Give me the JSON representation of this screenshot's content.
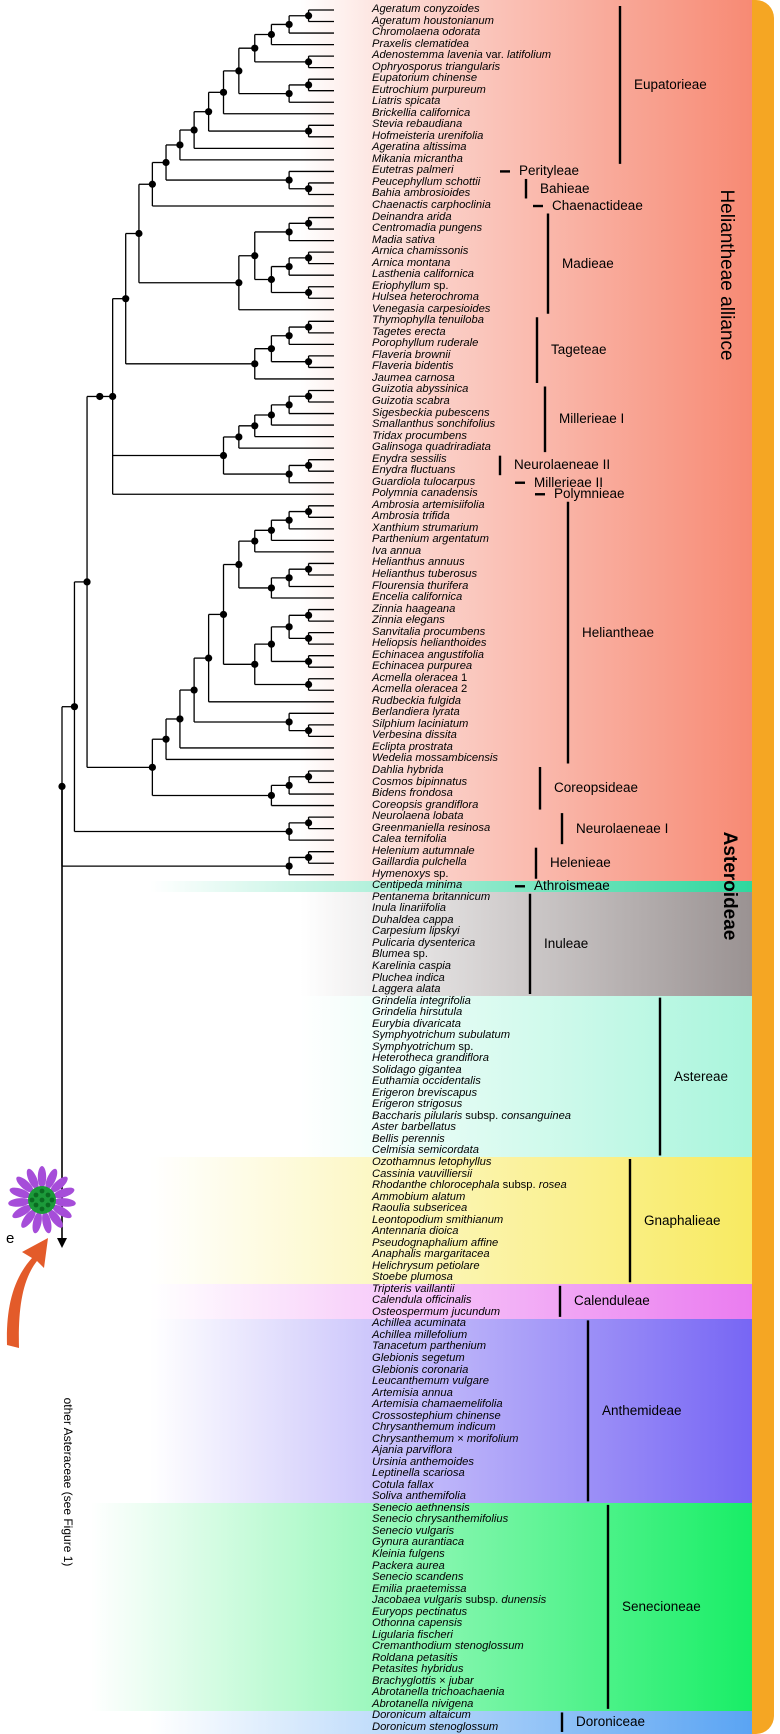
{
  "subfamily_label": "Asteroideae",
  "alliance_label": "Heliantheae alliance",
  "outgroup_label": "other Asteraceae (see Figure 1)",
  "panel_letter": "e",
  "colors": {
    "stripe": "#f5a623",
    "node_black": "#000000",
    "node_green": "#33cc33",
    "node_magenta": "#d933d9",
    "arrow": "#e35b2a",
    "flower_petal": "#a64dd9",
    "flower_center": "#1c9a3a"
  },
  "species": [
    "Ageratum conyzoides",
    "Ageratum houstonianum",
    "Chromolaena odorata",
    "Praxelis clematidea",
    "Adenostemma lavenia var. latifolium",
    "Ophryosporus triangularis",
    "Eupatorium chinense",
    "Eutrochium purpureum",
    "Liatris spicata",
    "Brickellia californica",
    "Stevia rebaudiana",
    "Hofmeisteria urenifolia",
    "Ageratina altissima",
    "Mikania micrantha",
    "Eutetras palmeri",
    "Peucephyllum schottii",
    "Bahia ambrosioides",
    "Chaenactis carphoclinia",
    "Deinandra arida",
    "Centromadia pungens",
    "Madia sativa",
    "Arnica chamissonis",
    "Arnica montana",
    "Lasthenia californica",
    "Eriophyllum sp.",
    "Hulsea heterochroma",
    "Venegasia carpesioides",
    "Thymophylla tenuiloba",
    "Tagetes erecta",
    "Porophyllum ruderale",
    "Flaveria brownii",
    "Flaveria bidentis",
    "Jaumea carnosa",
    "Guizotia abyssinica",
    "Guizotia scabra",
    "Sigesbeckia pubescens",
    "Smallanthus sonchifolius",
    "Tridax procumbens",
    "Galinsoga quadriradiata",
    "Enydra sessilis",
    "Enydra fluctuans",
    "Guardiola tulocarpus",
    "Polymnia canadensis",
    "Ambrosia artemisiifolia",
    "Ambrosia trifida",
    "Xanthium strumarium",
    "Parthenium argentatum",
    "Iva annua",
    "Helianthus annuus",
    "Helianthus tuberosus",
    "Flourensia thurifera",
    "Encelia californica",
    "Zinnia haageana",
    "Zinnia elegans",
    "Sanvitalia procumbens",
    "Heliopsis helianthoides",
    "Echinacea angustifolia",
    "Echinacea purpurea",
    "Acmella oleracea 1",
    "Acmella oleracea 2",
    "Rudbeckia fulgida",
    "Berlandiera lyrata",
    "Silphium laciniatum",
    "Verbesina dissita",
    "Eclipta prostrata",
    "Wedelia mossambicensis",
    "Dahlia hybrida",
    "Cosmos bipinnatus",
    "Bidens frondosa",
    "Coreopsis grandiflora",
    "Neurolaena lobata",
    "Greenmaniella resinosa",
    "Calea ternifolia",
    "Helenium autumnale",
    "Gaillardia pulchella",
    "Hymenoxys sp.",
    "Centipeda minima",
    "Pentanema britannicum",
    "Inula linariifolia",
    "Duhaldea cappa",
    "Carpesium lipskyi",
    "Pulicaria dysenterica",
    "Blumea sp.",
    "Karelinia caspia",
    "Pluchea indica",
    "Laggera alata",
    "Grindelia integrifolia",
    "Grindelia hirsutula",
    "Eurybia divaricata",
    "Symphyotrichum subulatum",
    "Symphyotrichum sp.",
    "Heterotheca grandiflora",
    "Solidago gigantea",
    "Euthamia occidentalis",
    "Erigeron breviscapus",
    "Erigeron strigosus",
    "Baccharis pilularis subsp. consanguinea",
    "Aster barbellatus",
    "Bellis perennis",
    "Celmisia semicordata",
    "Ozothamnus letophyllus",
    "Cassinia vauvilliersii",
    "Rhodanthe chlorocephala subsp. rosea",
    "Ammobium alatum",
    "Raoulia subsericea",
    "Leontopodium smithianum",
    "Antennaria dioica",
    "Pseudognaphalium affine",
    "Anaphalis margaritacea",
    "Helichrysum petiolare",
    "Stoebe plumosa",
    "Tripteris vaillantii",
    "Calendula officinalis",
    "Osteospermum jucundum",
    "Achillea acuminata",
    "Achillea millefolium",
    "Tanacetum parthenium",
    "Glebionis segetum",
    "Glebionis coronaria",
    "Leucanthemum vulgare",
    "Artemisia annua",
    "Artemisia chamaemelifolia",
    "Crossostephium chinense",
    "Chrysanthemum indicum",
    "Chrysanthemum × morifolium",
    "Ajania parviflora",
    "Ursinia anthemoides",
    "Leptinella scariosa",
    "Cotula fallax",
    "Soliva anthemifolia",
    "Senecio aethnensis",
    "Senecio chrysanthemifolius",
    "Senecio vulgaris",
    "Gynura aurantiaca",
    "Kleinia fulgens",
    "Packera aurea",
    "Senecio scandens",
    "Emilia praetemissa",
    "Jacobaea vulgaris subsp. dunensis",
    "Euryops pectinatus",
    "Othonna capensis",
    "Ligularia fischeri",
    "Cremanthodium stenoglossum",
    "Roldana petasitis",
    "Petasites hybridus",
    "Brachyglottis × jubar",
    "Abrotanella trichoachaenia",
    "Abrotanella nivigena",
    "Doronicum altaicum",
    "Doronicum stenoglossum"
  ],
  "tribes": [
    {
      "name": "Eupatorieae",
      "first": 0,
      "last": 13,
      "color": null
    },
    {
      "name": "Perityleae",
      "first": 14,
      "last": 14,
      "color": null
    },
    {
      "name": "Bahieae",
      "first": 15,
      "last": 16,
      "color": null
    },
    {
      "name": "Chaenactideae",
      "first": 17,
      "last": 17,
      "color": null
    },
    {
      "name": "Madieae",
      "first": 18,
      "last": 26,
      "color": null
    },
    {
      "name": "Tageteae",
      "first": 27,
      "last": 32,
      "color": null
    },
    {
      "name": "Millerieae I",
      "first": 33,
      "last": 38,
      "color": null
    },
    {
      "name": "Neurolaeneae II",
      "first": 39,
      "last": 40,
      "color": null
    },
    {
      "name": "Millerieae II",
      "first": 41,
      "last": 41,
      "color": null
    },
    {
      "name": "Polymnieae",
      "first": 42,
      "last": 42,
      "color": null
    },
    {
      "name": "Heliantheae",
      "first": 43,
      "last": 65,
      "color": null
    },
    {
      "name": "Coreopsideae",
      "first": 66,
      "last": 69,
      "color": null
    },
    {
      "name": "Neurolaeneae I",
      "first": 70,
      "last": 72,
      "color": null
    },
    {
      "name": "Heleniea",
      "first": 73,
      "last": 75,
      "color": null
    },
    {
      "name": "Athroismeae",
      "first": 76,
      "last": 76,
      "color": "#2fd79e"
    },
    {
      "name": "Inuleae",
      "first": 77,
      "last": 85,
      "color": "#9a9292"
    },
    {
      "name": "Astereae",
      "first": 86,
      "last": 99,
      "color": "#a9f5dc"
    },
    {
      "name": "Gnaphalieae",
      "first": 100,
      "last": 110,
      "color": "#f8ea61"
    },
    {
      "name": "Calenduleae",
      "first": 111,
      "last": 113,
      "color": "#ea7cf0"
    },
    {
      "name": "Anthemideae",
      "first": 114,
      "last": 129,
      "color": "#7766f4"
    },
    {
      "name": "Senecioneae",
      "first": 130,
      "last": 147,
      "color": "#18ee66"
    },
    {
      "name": "Doroniceae",
      "first": 148,
      "last": 149,
      "color": "#5aa4f3"
    }
  ],
  "tree": "((((((((((((((((((0,1),2),3),(4,5)),((6,7),8)),9),(10,11)),12),13),(14,(15,16))),17),((((18,19),20),(((21,22),23),(24,25))),26)),((((27,28),29),(30,31)),32)),((((((33,34),35),36),37),38),((39,40),41)),42)),(((((((((((43,44),45),46),47),(((48,49),50),51)),((((52,53),(54,55)),(56,57)),(58,59))),60),(61,(62,63))),64),65),(((66,67),68),69))),((70,71),72)),((73,74),75)),76),(((((77,78),(79,80)),81),82),((83,84),85))),(((((((((((86,87),88),(89,90)),91),(92,93)),(94,95)),96),97),98),99),((((100,101),(102,103)),((104,105),106)),(((107,108),109),110))),((111,112),113)),((((((114,115),116),((117,118),119)),((((120,121),122),(123,124)),125)),126),((127,128),129))),((((((((130,131),132),(133,134)),135),((136,137),138)),((139,140),((((141,142),143),144),145))),146),147)),(148,149))"
}
